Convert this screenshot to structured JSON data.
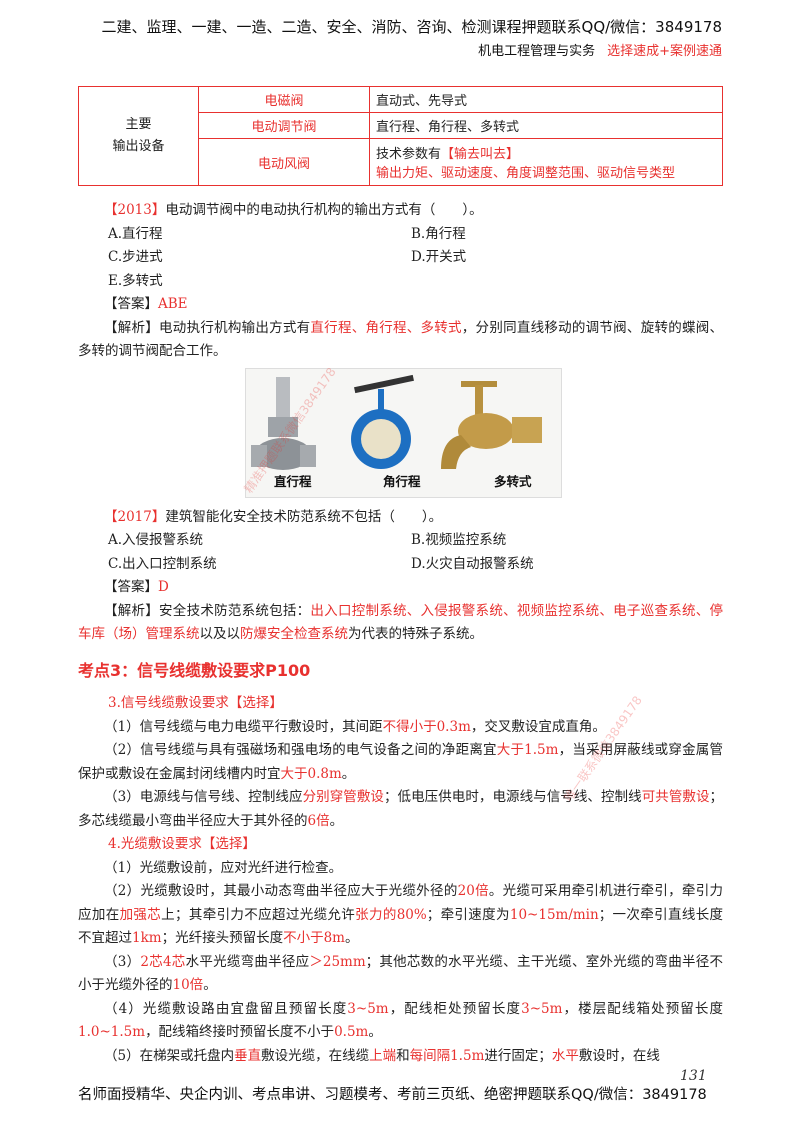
{
  "header": {
    "line1": "二建、监理、一建、一造、二造、安全、消防、咨询、检测课程押题联系QQ/微信：3849178",
    "subject": "机电工程管理与实务",
    "series": "选择速成+案例速通"
  },
  "table": {
    "group": "主要\n输出设备",
    "rows": [
      {
        "name": "电磁阀",
        "desc": [
          [
            {
              "t": "直动式、先导式"
            }
          ]
        ]
      },
      {
        "name": "电动调节阀",
        "desc": [
          [
            {
              "t": "直行程、角行程、多转式"
            }
          ]
        ]
      },
      {
        "name": "电动风阀",
        "desc": [
          [
            {
              "t": "技术参数有"
            },
            {
              "t": "【输去叫去】",
              "r": 1
            }
          ],
          [
            {
              "t": "输出力矩、驱动速度、角度调整范围、驱动信号类型",
              "r": 1
            }
          ]
        ]
      }
    ]
  },
  "q1": {
    "stem": [
      {
        "t": "【2013】",
        "r": 1
      },
      {
        "t": "电动调节阀中的电动执行机构的输出方式有（　　）。"
      }
    ],
    "options": [
      "A.直行程",
      "B.角行程",
      "C.步进式",
      "D.开关式",
      "E.多转式"
    ],
    "answer": [
      {
        "t": "【答案】"
      },
      {
        "t": "ABE",
        "r": 1
      }
    ],
    "analysis": [
      {
        "t": "【解析】"
      },
      {
        "t": "电动执行机构输出方式有"
      },
      {
        "t": "直行程、角行程、多转式",
        "r": 1
      },
      {
        "t": "，分别同直线移动的调节阀、旋转的蝶阀、多转的调节阀配合工作。"
      }
    ]
  },
  "figure": {
    "captions": [
      "直行程",
      "角行程",
      "多转式"
    ],
    "watermark": "精准押题联系微信3849178"
  },
  "q2": {
    "stem": [
      {
        "t": "【2017】",
        "r": 1
      },
      {
        "t": "建筑智能化安全技术防范系统不包括（　　）。"
      }
    ],
    "options": [
      "A.入侵报警系统",
      "B.视频监控系统",
      "C.出入口控制系统",
      "D.火灾自动报警系统"
    ],
    "answer": [
      {
        "t": "【答案】"
      },
      {
        "t": "D",
        "r": 1
      }
    ],
    "analysis": [
      {
        "t": "【解析】"
      },
      {
        "t": "安全技术防范系统包括："
      },
      {
        "t": "出入口控制系统、入侵报警系统、视频监控系统、电子巡查系统、停车库（场）管理系统",
        "r": 1
      },
      {
        "t": "以及以"
      },
      {
        "t": "防爆安全检查系统",
        "r": 1
      },
      {
        "t": "为代表的特殊子系统。"
      }
    ]
  },
  "section": {
    "title": "考点3：信号线缆敷设要求P100",
    "sub1": "3.信号线缆敷设要求【选择】",
    "paras1": [
      [
        {
          "t": "（1）信号线缆与电力电缆平行敷设时，其间距"
        },
        {
          "t": "不得小于0.3m",
          "r": 1
        },
        {
          "t": "，交叉敷设宜成直角。"
        }
      ],
      [
        {
          "t": "（2）信号线缆与具有强磁场和强电场的电气设备之间的净距离宜"
        },
        {
          "t": "大于1.5m",
          "r": 1
        },
        {
          "t": "，当采用屏蔽线或穿金属管保护或敷设在金属封闭线槽内时宜"
        },
        {
          "t": "大于0.8m",
          "r": 1
        },
        {
          "t": "。"
        }
      ],
      [
        {
          "t": "（3）电源线与信号线、控制线应"
        },
        {
          "t": "分别穿管敷设",
          "r": 1
        },
        {
          "t": "；低电压供电时，电源线与信号线、控制线"
        },
        {
          "t": "可共管敷设",
          "r": 1
        },
        {
          "t": "；多芯线缆最小弯曲半径应大于其外径的"
        },
        {
          "t": "6倍",
          "r": 1
        },
        {
          "t": "。"
        }
      ]
    ],
    "sub2": "4.光缆敷设要求【选择】",
    "paras2": [
      [
        {
          "t": "（1）光缆敷设前，应对光纤进行检查。"
        }
      ],
      [
        {
          "t": "（2）光缆敷设时，其最小动态弯曲半径应大于光缆外径的"
        },
        {
          "t": "20倍",
          "r": 1
        },
        {
          "t": "。光缆可采用牵引机进行牵引，牵引力应加在"
        },
        {
          "t": "加强芯",
          "r": 1
        },
        {
          "t": "上；其牵引力不应超过光缆允许"
        },
        {
          "t": "张力的80%",
          "r": 1
        },
        {
          "t": "；牵引速度为"
        },
        {
          "t": "10~15m/min",
          "r": 1
        },
        {
          "t": "；一次牵引直线长度不宜超过"
        },
        {
          "t": "1km",
          "r": 1
        },
        {
          "t": "；光纤接头预留长度"
        },
        {
          "t": "不小于8m",
          "r": 1
        },
        {
          "t": "。"
        }
      ],
      [
        {
          "t": "（3）"
        },
        {
          "t": "2芯4芯",
          "r": 1
        },
        {
          "t": "水平光缆弯曲半径应"
        },
        {
          "t": "＞25mm",
          "r": 1
        },
        {
          "t": "；其他芯数的水平光缆、主干光缆、室外光缆的弯曲半径不小于光缆外径的"
        },
        {
          "t": "10倍",
          "r": 1
        },
        {
          "t": "。"
        }
      ],
      [
        {
          "t": "（4）光缆敷设路由宜盘留且预留长度"
        },
        {
          "t": "3~5m",
          "r": 1
        },
        {
          "t": "，配线柜处预留长度"
        },
        {
          "t": "3~5m",
          "r": 1
        },
        {
          "t": "，楼层配线箱处预留长度"
        },
        {
          "t": "1.0~1.5m",
          "r": 1
        },
        {
          "t": "，配线箱终接时预留长度不小于"
        },
        {
          "t": "0.5m",
          "r": 1
        },
        {
          "t": "。"
        }
      ],
      [
        {
          "t": "（5）在梯架或托盘内"
        },
        {
          "t": "垂直",
          "r": 1
        },
        {
          "t": "敷设光缆，在线缆"
        },
        {
          "t": "上端",
          "r": 1
        },
        {
          "t": "和"
        },
        {
          "t": "每间隔1.5m",
          "r": 1
        },
        {
          "t": "进行固定；"
        },
        {
          "t": "水平",
          "r": 1
        },
        {
          "t": "敷设时，在线"
        }
      ]
    ],
    "watermark": "唯一联系微信3849178"
  },
  "footer": {
    "text": "名师面授精华、央企内训、考点串讲、习题模考、考前三页纸、绝密押题联系QQ/微信：3849178",
    "page": "131"
  },
  "colors": {
    "accent": "#e8312f"
  }
}
